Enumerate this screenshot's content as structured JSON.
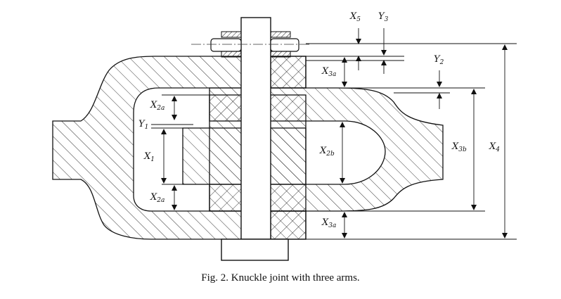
{
  "caption": "Fig. 2. Knuckle joint with three arms.",
  "labels": {
    "X1": {
      "main": "X",
      "sub": "1"
    },
    "X2a_top": {
      "main": "X",
      "sub": "2a"
    },
    "X2a_bottom": {
      "main": "X",
      "sub": "2a"
    },
    "X2b": {
      "main": "X",
      "sub": "2b"
    },
    "X3a_top": {
      "main": "X",
      "sub": "3a"
    },
    "X3a_bottom": {
      "main": "X",
      "sub": "3a"
    },
    "X3b": {
      "main": "X",
      "sub": "3b"
    },
    "X4": {
      "main": "X",
      "sub": "4"
    },
    "X5": {
      "main": "X",
      "sub": "5"
    },
    "Y1": {
      "main": "Y",
      "sub": "1"
    },
    "Y2": {
      "main": "Y",
      "sub": "2"
    },
    "Y3": {
      "main": "Y",
      "sub": "3"
    }
  }
}
